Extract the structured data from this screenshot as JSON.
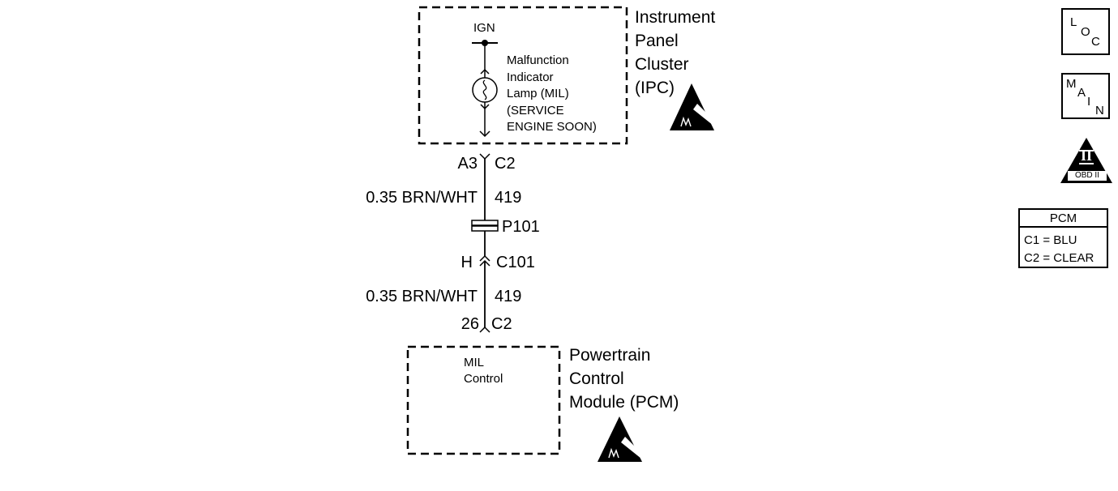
{
  "ipc": {
    "name_lines": [
      "Instrument",
      "Panel",
      "Cluster",
      "(IPC)"
    ],
    "ign_label": "IGN",
    "mil_lines": [
      "Malfunction",
      "Indicator",
      "Lamp (MIL)",
      "(SERVICE",
      "ENGINE SOON)"
    ]
  },
  "upper_connector": {
    "pin": "A3",
    "connector": "C2"
  },
  "upper_wire": {
    "gauge_color": "0.35 BRN/WHT",
    "circuit": "419"
  },
  "splice": {
    "label": "P101"
  },
  "inline_connector": {
    "pin": "H",
    "connector": "C101"
  },
  "lower_wire": {
    "gauge_color": "0.35 BRN/WHT",
    "circuit": "419"
  },
  "lower_connector": {
    "pin": "26",
    "connector": "C2"
  },
  "pcm": {
    "name_lines": [
      "Powertrain",
      "Control",
      "Module (PCM)"
    ],
    "mil_control_lines": [
      "MIL",
      "Control"
    ]
  },
  "legend": {
    "loc_icon": [
      "L",
      "O",
      "C"
    ],
    "main_icon": [
      "M",
      "A",
      "I",
      "N"
    ],
    "obd_icon": {
      "numeral": "II",
      "text": "OBD II"
    },
    "pcm_table": {
      "title": "PCM",
      "rows": [
        "C1 = BLU",
        "C2 = CLEAR"
      ]
    }
  }
}
